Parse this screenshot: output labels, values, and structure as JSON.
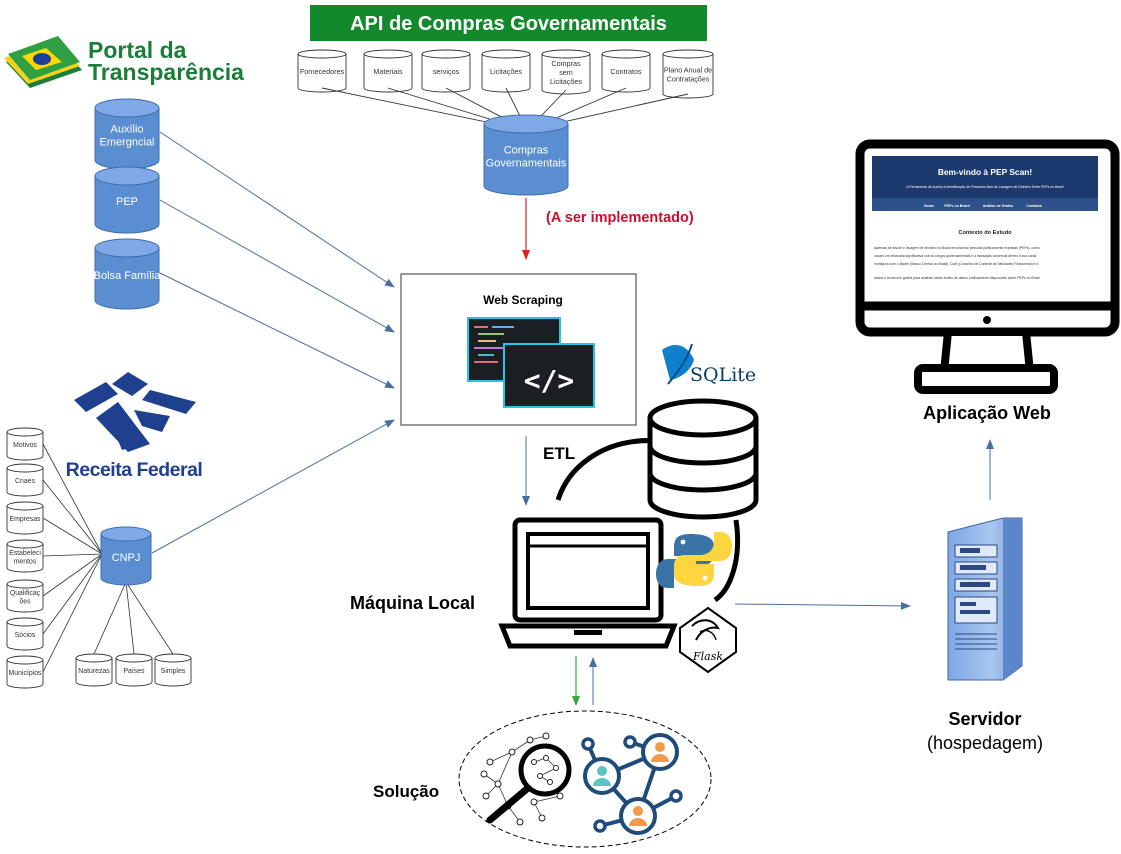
{
  "api_banner": {
    "title": "API de Compras Governamentais",
    "color": "#128a2c"
  },
  "portal": {
    "line1": "Portal da",
    "line2": "Transparência",
    "color": "#1a7d3a"
  },
  "receita": {
    "label": "Receita Federal",
    "color": "#1f3f8f"
  },
  "portal_dbs": [
    {
      "lines": [
        "Auxílio",
        "Emergncial"
      ]
    },
    {
      "lines": [
        "PEP"
      ]
    },
    {
      "lines": [
        "Bolsa Família"
      ]
    }
  ],
  "api_sources": [
    {
      "lines": [
        "Fornecedores"
      ]
    },
    {
      "lines": [
        "Materiais"
      ]
    },
    {
      "lines": [
        "serviços"
      ]
    },
    {
      "lines": [
        "Licitações"
      ]
    },
    {
      "lines": [
        "Compras",
        "sem",
        "Licitações"
      ]
    },
    {
      "lines": [
        "Contratos"
      ]
    },
    {
      "lines": [
        "Plano Anual de",
        "Contratações"
      ]
    }
  ],
  "compras_db": {
    "lines": [
      "Compras",
      "Governamentais"
    ]
  },
  "pending_note": {
    "text": "(A ser implementado)",
    "color": "#c8102e"
  },
  "web_scraping": {
    "title": "Web Scraping"
  },
  "etl": {
    "label": "ETL"
  },
  "maquina_local": {
    "label": "Máquina Local"
  },
  "sqlite": {
    "label": "SQLite"
  },
  "flask": {
    "label": "Flask"
  },
  "cnpj_db": {
    "label": "CNPJ"
  },
  "cnpj_left": [
    {
      "lines": [
        "Motivos"
      ]
    },
    {
      "lines": [
        "Cnaes"
      ]
    },
    {
      "lines": [
        "Empresas"
      ]
    },
    {
      "lines": [
        "Estabeleci",
        "mentos"
      ]
    },
    {
      "lines": [
        "Qualificaç",
        "ões"
      ]
    },
    {
      "lines": [
        "Sócios"
      ]
    },
    {
      "lines": [
        "Municípios"
      ]
    }
  ],
  "cnpj_bottom": [
    {
      "lines": [
        "Naturezas"
      ]
    },
    {
      "lines": [
        "Países"
      ]
    },
    {
      "lines": [
        "Simples"
      ]
    }
  ],
  "monitor": {
    "title": "Bem-vindo à PEP Scan!",
    "subtitle": "A Ferramenta de Auxílio à Identificação de Possíveis Atos de Lavagem de Dinheiro Entre PEPs no Brasil",
    "nav": [
      "Home",
      "PEPs no Brasil",
      "Análise de Grafos",
      "Contatos"
    ],
    "section_title": "Contexto do Estudo",
    "paragraph_lines": [
      "ajuemas de fraude e lavagem de dinheiro no Brasil envolvendo pessoas politicamente expostas (PEPs), como",
      "oscam um infuturata significativa sob os cargos governamentais e a transação comercial dentro a sua conta",
      "muntiplos com o Bacen (Banco Central do Brasil), Coaf (Conselho de Controle de Atividades Financeiras) e d",
      "dados e teoria dos grafos para analisar várias fontes de dados publicamente disponíveis sobre PEPs no Brasil"
    ],
    "header_color": "#1d3a6e"
  },
  "aplicacao_web": {
    "label": "Aplicação Web"
  },
  "servidor": {
    "label": "Servidor",
    "sublabel": "(hospedagem)"
  },
  "solucao": {
    "label": "Solução"
  },
  "colors": {
    "db_fill": "#5b8ed1",
    "db_stroke": "#3d6fae",
    "arrow_blue": "#4a6fa0",
    "arrow_green": "#2eaa3c",
    "arrow_red": "#e02020"
  }
}
